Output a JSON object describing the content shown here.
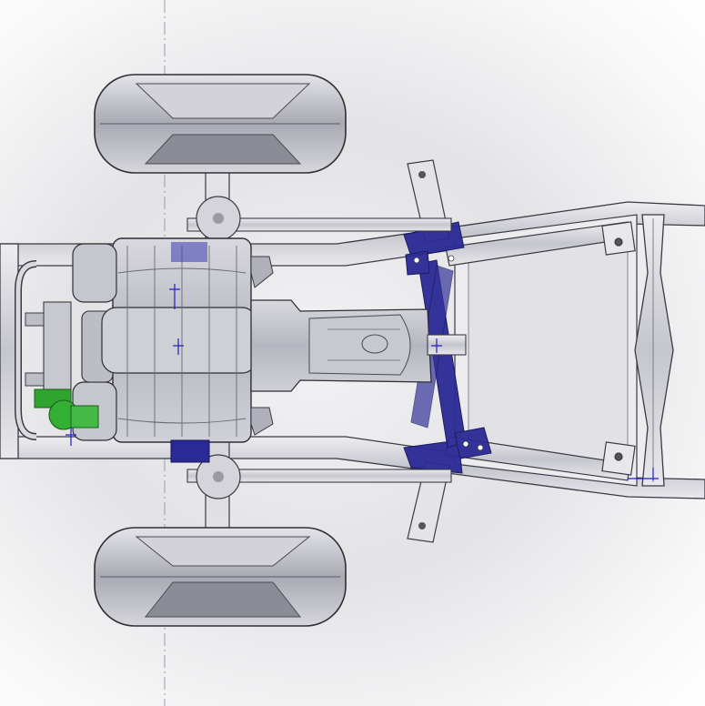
{
  "view": {
    "description_colors": {
      "frame": "#d9d9df",
      "frame_stroke": "#3a3a44",
      "tire": "#b9b9c2",
      "tire_dark": "#8a8a94",
      "bracket_blue": "#1f1f8a",
      "fitting_green": "#2fa52f",
      "engine_body": "#c4c4cc"
    },
    "parts": {
      "tire_top": "tire",
      "tire_bottom": "tire",
      "front_axle": "axle",
      "engine": "engine-block",
      "transmission": "transmission",
      "driveshaft": "driveshaft",
      "cross_member": "x-cross-member",
      "mount_bracket_top": "mount-bracket",
      "mount_bracket_bottom": "mount-bracket",
      "rear_cross_beam": "cross-beam"
    }
  }
}
